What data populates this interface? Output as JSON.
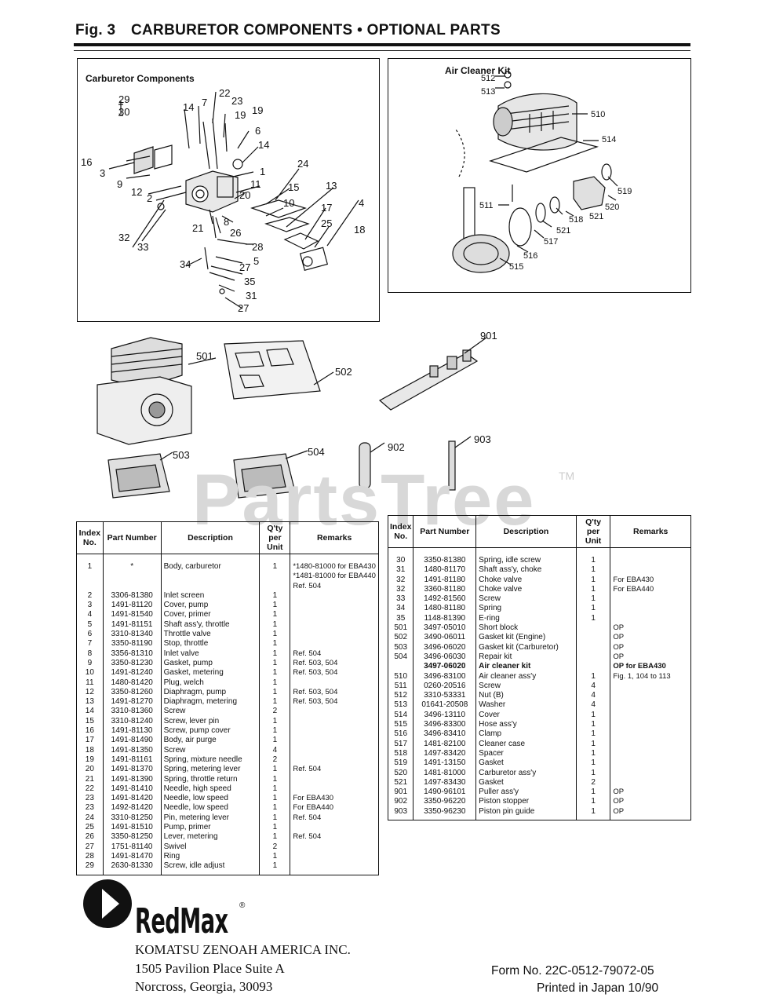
{
  "header": {
    "fig_label": "Fig. 3",
    "title": "CARBURETOR COMPONENTS • OPTIONAL PARTS"
  },
  "carb_box": {
    "label": "Carburetor Components",
    "callouts": [
      "29",
      "30",
      "14",
      "7",
      "22",
      "23",
      "19",
      "19",
      "6",
      "14",
      "16",
      "3",
      "9",
      "12",
      "2",
      "11",
      "1",
      "24",
      "20",
      "15",
      "13",
      "10",
      "17",
      "4",
      "8",
      "26",
      "21",
      "25",
      "18",
      "32",
      "33",
      "28",
      "27",
      "5",
      "34",
      "35",
      "31",
      "27"
    ]
  },
  "air_box": {
    "label": "Air Cleaner Kit",
    "callouts": [
      "512",
      "513",
      "510",
      "514",
      "519",
      "520",
      "511",
      "518",
      "521",
      "521",
      "517",
      "516",
      "515"
    ]
  },
  "optional_callouts": [
    "501",
    "502",
    "901",
    "503",
    "504",
    "902",
    "903"
  ],
  "watermark": "PartsTree",
  "watermark_tm": "TM",
  "table_headers": {
    "index": "Index No.",
    "part_number": "Part Number",
    "description": "Description",
    "qty": "Q'ty per Unit",
    "remarks": "Remarks"
  },
  "parts_left": [
    {
      "idx": "1",
      "pn": "*",
      "desc": "Body, carburetor",
      "qty": "1",
      "rem": "*1480-81000 for EBA430"
    },
    {
      "idx": "",
      "pn": "",
      "desc": "",
      "qty": "",
      "rem": "*1481-81000 for EBA440"
    },
    {
      "idx": "",
      "pn": "",
      "desc": "",
      "qty": "",
      "rem": "Ref. 504"
    },
    {
      "idx": "2",
      "pn": "3306-81380",
      "desc": "Inlet screen",
      "qty": "1",
      "rem": ""
    },
    {
      "idx": "3",
      "pn": "1491-81120",
      "desc": "Cover, pump",
      "qty": "1",
      "rem": ""
    },
    {
      "idx": "4",
      "pn": "1491-81540",
      "desc": "Cover, primer",
      "qty": "1",
      "rem": ""
    },
    {
      "idx": "5",
      "pn": "1491-81151",
      "desc": "Shaft ass'y, throttle",
      "qty": "1",
      "rem": ""
    },
    {
      "idx": "6",
      "pn": "3310-81340",
      "desc": "Throttle valve",
      "qty": "1",
      "rem": ""
    },
    {
      "idx": "7",
      "pn": "3350-81190",
      "desc": "Stop, throttle",
      "qty": "1",
      "rem": ""
    },
    {
      "idx": "8",
      "pn": "3356-81310",
      "desc": "Inlet valve",
      "qty": "1",
      "rem": "Ref. 504"
    },
    {
      "idx": "9",
      "pn": "3350-81230",
      "desc": "Gasket, pump",
      "qty": "1",
      "rem": "Ref. 503, 504"
    },
    {
      "idx": "10",
      "pn": "1491-81240",
      "desc": "Gasket, metering",
      "qty": "1",
      "rem": "Ref. 503, 504"
    },
    {
      "idx": "11",
      "pn": "1480-81420",
      "desc": "Plug, welch",
      "qty": "1",
      "rem": ""
    },
    {
      "idx": "12",
      "pn": "3350-81260",
      "desc": "Diaphragm, pump",
      "qty": "1",
      "rem": "Ref. 503, 504"
    },
    {
      "idx": "13",
      "pn": "1491-81270",
      "desc": "Diaphragm, metering",
      "qty": "1",
      "rem": "Ref. 503, 504"
    },
    {
      "idx": "14",
      "pn": "3310-81360",
      "desc": "Screw",
      "qty": "2",
      "rem": ""
    },
    {
      "idx": "15",
      "pn": "3310-81240",
      "desc": "Screw, lever pin",
      "qty": "1",
      "rem": ""
    },
    {
      "idx": "16",
      "pn": "1491-81130",
      "desc": "Screw, pump cover",
      "qty": "1",
      "rem": ""
    },
    {
      "idx": "17",
      "pn": "1491-81490",
      "desc": "Body, air purge",
      "qty": "1",
      "rem": ""
    },
    {
      "idx": "18",
      "pn": "1491-81350",
      "desc": "Screw",
      "qty": "4",
      "rem": ""
    },
    {
      "idx": "19",
      "pn": "1491-81161",
      "desc": "Spring, mixture needle",
      "qty": "2",
      "rem": ""
    },
    {
      "idx": "20",
      "pn": "1491-81370",
      "desc": "Spring, metering lever",
      "qty": "1",
      "rem": "Ref. 504"
    },
    {
      "idx": "21",
      "pn": "1491-81390",
      "desc": "Spring, throttle return",
      "qty": "1",
      "rem": ""
    },
    {
      "idx": "22",
      "pn": "1491-81410",
      "desc": "Needle, high speed",
      "qty": "1",
      "rem": ""
    },
    {
      "idx": "23",
      "pn": "1491-81420",
      "desc": "Needle, low speed",
      "qty": "1",
      "rem": "For EBA430"
    },
    {
      "idx": "23",
      "pn": "1492-81420",
      "desc": "Needle, low speed",
      "qty": "1",
      "rem": "For EBA440"
    },
    {
      "idx": "24",
      "pn": "3310-81250",
      "desc": "Pin, metering lever",
      "qty": "1",
      "rem": "Ref. 504"
    },
    {
      "idx": "25",
      "pn": "1491-81510",
      "desc": "Pump, primer",
      "qty": "1",
      "rem": ""
    },
    {
      "idx": "26",
      "pn": "3350-81250",
      "desc": "Lever, metering",
      "qty": "1",
      "rem": "Ref. 504"
    },
    {
      "idx": "27",
      "pn": "1751-81140",
      "desc": "Swivel",
      "qty": "2",
      "rem": ""
    },
    {
      "idx": "28",
      "pn": "1491-81470",
      "desc": "Ring",
      "qty": "1",
      "rem": ""
    },
    {
      "idx": "29",
      "pn": "2630-81330",
      "desc": "Screw, idle adjust",
      "qty": "1",
      "rem": ""
    }
  ],
  "parts_right": [
    {
      "idx": "30",
      "pn": "3350-81380",
      "desc": "Spring, idle screw",
      "qty": "1",
      "rem": ""
    },
    {
      "idx": "31",
      "pn": "1480-81170",
      "desc": "Shaft ass'y, choke",
      "qty": "1",
      "rem": ""
    },
    {
      "idx": "32",
      "pn": "1491-81180",
      "desc": "Choke valve",
      "qty": "1",
      "rem": "For EBA430"
    },
    {
      "idx": "32",
      "pn": "3360-81180",
      "desc": "Choke valve",
      "qty": "1",
      "rem": "For EBA440"
    },
    {
      "idx": "33",
      "pn": "1492-81560",
      "desc": "Screw",
      "qty": "1",
      "rem": ""
    },
    {
      "idx": "34",
      "pn": "1480-81180",
      "desc": "Spring",
      "qty": "1",
      "rem": ""
    },
    {
      "idx": "35",
      "pn": "1148-81390",
      "desc": "E-ring",
      "qty": "1",
      "rem": ""
    },
    {
      "idx": "",
      "pn": "",
      "desc": "",
      "qty": "",
      "rem": ""
    },
    {
      "idx": "501",
      "pn": "3497-05010",
      "desc": "Short block",
      "qty": "",
      "rem": "OP"
    },
    {
      "idx": "502",
      "pn": "3490-06011",
      "desc": "Gasket kit (Engine)",
      "qty": "",
      "rem": "OP"
    },
    {
      "idx": "503",
      "pn": "3496-06020",
      "desc": "Gasket kit (Carburetor)",
      "qty": "",
      "rem": "OP"
    },
    {
      "idx": "504",
      "pn": "3496-06030",
      "desc": "Repair kit",
      "qty": "",
      "rem": "OP"
    },
    {
      "idx": "",
      "pn": "",
      "desc": "",
      "qty": "",
      "rem": ""
    },
    {
      "idx": "",
      "pn": "3497-06020",
      "desc": "Air cleaner kit",
      "qty": "",
      "rem": "OP for EBA430",
      "bold": true
    },
    {
      "idx": "510",
      "pn": "3496-83100",
      "desc": "Air cleaner ass'y",
      "qty": "1",
      "rem": "Fig. 1, 104 to 113"
    },
    {
      "idx": "511",
      "pn": "0260-20516",
      "desc": "Screw",
      "qty": "4",
      "rem": ""
    },
    {
      "idx": "512",
      "pn": "3310-53331",
      "desc": "Nut (B)",
      "qty": "4",
      "rem": ""
    },
    {
      "idx": "513",
      "pn": "01641-20508",
      "desc": "Washer",
      "qty": "4",
      "rem": ""
    },
    {
      "idx": "514",
      "pn": "3496-13110",
      "desc": "Cover",
      "qty": "1",
      "rem": ""
    },
    {
      "idx": "515",
      "pn": "3496-83300",
      "desc": "Hose ass'y",
      "qty": "1",
      "rem": ""
    },
    {
      "idx": "516",
      "pn": "3496-83410",
      "desc": "Clamp",
      "qty": "1",
      "rem": ""
    },
    {
      "idx": "517",
      "pn": "1481-82100",
      "desc": "Cleaner case",
      "qty": "1",
      "rem": ""
    },
    {
      "idx": "518",
      "pn": "1497-83420",
      "desc": "Spacer",
      "qty": "1",
      "rem": ""
    },
    {
      "idx": "519",
      "pn": "1491-13150",
      "desc": "Gasket",
      "qty": "1",
      "rem": ""
    },
    {
      "idx": "520",
      "pn": "1481-81000",
      "desc": "Carburetor ass'y",
      "qty": "1",
      "rem": ""
    },
    {
      "idx": "521",
      "pn": "1497-83430",
      "desc": "Gasket",
      "qty": "2",
      "rem": ""
    },
    {
      "idx": "",
      "pn": "",
      "desc": "",
      "qty": "",
      "rem": ""
    },
    {
      "idx": "901",
      "pn": "1490-96101",
      "desc": "Puller ass'y",
      "qty": "1",
      "rem": "OP"
    },
    {
      "idx": "902",
      "pn": "3350-96220",
      "desc": "Piston stopper",
      "qty": "1",
      "rem": "OP"
    },
    {
      "idx": "903",
      "pn": "3350-96230",
      "desc": "Piston pin guide",
      "qty": "1",
      "rem": "OP"
    }
  ],
  "footer": {
    "brand": "RedMax",
    "registered": "®",
    "company": "KOMATSU ZENOAH AMERICA INC.",
    "address1": "1505 Pavilion Place Suite A",
    "address2": "Norcross, Georgia, 30093",
    "form_no": "Form No. 22C-0512-79072-05",
    "printed": "Printed in Japan 10/90"
  },
  "colors": {
    "ink": "#111111",
    "watermark": "#d8d8d8"
  }
}
